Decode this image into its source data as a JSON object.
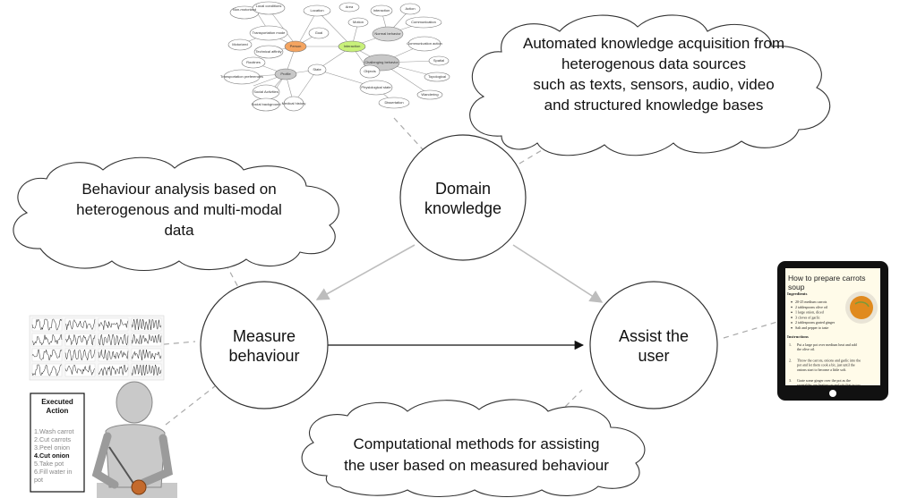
{
  "colors": {
    "line": "#999999",
    "arrow": "#bdbdbd",
    "text": "#111111",
    "person_node": "#f4a460",
    "interaction_node": "#c8f07a",
    "grey_node": "#c8c8c8",
    "soup": "#e08a1e"
  },
  "nodes": {
    "domain": [
      "Domain",
      "knowledge"
    ],
    "measure": [
      "Measure",
      "behaviour"
    ],
    "assist": [
      "Assist the",
      "user"
    ]
  },
  "clouds": {
    "acquisition": [
      "Automated knowledge acquisition from",
      "heterogenous data sources",
      "such as texts, sensors, audio, video",
      "and structured knowledge bases"
    ],
    "analysis": [
      "Behaviour analysis based on",
      "heterogenous and multi-modal",
      "data"
    ],
    "computational": [
      "Computational methods for assisting",
      "the user based on measured behaviour"
    ]
  },
  "ontology": {
    "labels": [
      "Local conditions",
      "Location",
      "Area",
      "Interaction",
      "Action",
      "Non-motorized",
      "Transportation mode",
      "Goal",
      "Motion",
      "Normal behavior",
      "Communication",
      "Motorized",
      "Technical affinity",
      "Person",
      "Interaction",
      "Challenging behavior",
      "Communication action",
      "Routines",
      "Profile",
      "State",
      "Objects",
      "Spatial",
      "Transportation preferences",
      "Social Activities",
      "Physiological state",
      "Topological",
      "Social background",
      "Medical history",
      "Wandering",
      "Dissertation"
    ]
  },
  "executed_action": {
    "title": [
      "Executed",
      "Action"
    ],
    "steps": [
      {
        "text": "1.Wash carrot",
        "bold": false
      },
      {
        "text": "2.Cut carrots",
        "bold": false
      },
      {
        "text": "3.Peel onion",
        "bold": false
      },
      {
        "text": "4.Cut onion",
        "bold": true
      },
      {
        "text": "5.Take pot",
        "bold": false
      },
      {
        "text": "6.Fill water in",
        "bold": false
      },
      {
        "text": "pot",
        "bold": false
      }
    ]
  },
  "recipe": {
    "title": [
      "How to prepare carrots",
      "soup"
    ],
    "ingredients_heading": "Ingredients",
    "ingredients": [
      "20-25 medium carrots",
      "2 tablespoons olive oil",
      "1 large onion, diced",
      "3 cloves of garlic",
      "2 tablespoons grated ginger",
      "Salt and pepper to taste"
    ],
    "instructions_heading": "Instructions",
    "instructions": [
      [
        "1.",
        "Put a large pot over medium heat and add",
        "the olive oil."
      ],
      [
        "2.",
        "Throw the carrots, onions and garlic into the",
        "pot and let them cook a bit, just until the",
        "onions start to become a little soft."
      ],
      [
        "3.",
        "Grate some ginger over the pot as the",
        "vegetables are heating up and stir that in too."
      ]
    ]
  }
}
